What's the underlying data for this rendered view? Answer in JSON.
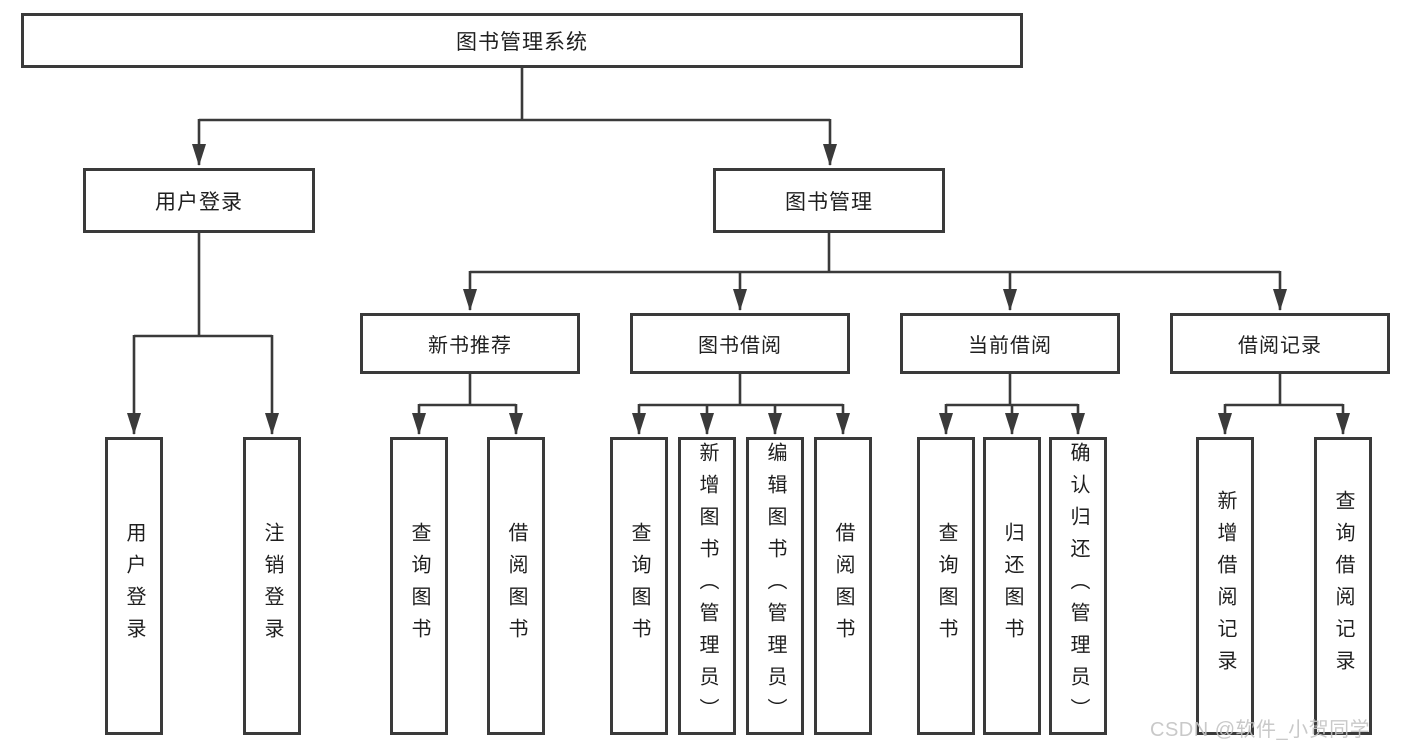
{
  "diagram": {
    "root": {
      "label": "图书管理系统"
    },
    "level2": [
      {
        "label": "用户登录"
      },
      {
        "label": "图书管理"
      }
    ],
    "level3": [
      {
        "label": "新书推荐"
      },
      {
        "label": "图书借阅"
      },
      {
        "label": "当前借阅"
      },
      {
        "label": "借阅记录"
      }
    ],
    "leaves": {
      "user_login_group": [
        "用户登录",
        "注销登录"
      ],
      "new_book_group": [
        "查询图书",
        "借阅图书"
      ],
      "borrow_group": [
        "查询图书",
        "新增图书（管理员）",
        "编辑图书（管理员）",
        "借阅图书"
      ],
      "current_group": [
        "查询图书",
        "归还图书",
        "确认归还（管理员）"
      ],
      "records_group": [
        "新增借阅记录",
        "查询借阅记录"
      ]
    }
  },
  "watermark": "CSDN @软件_小贺同学",
  "colors": {
    "line": "#3a3a3a",
    "text": "#1f1f1f",
    "watermark": "#c4c4c4",
    "background": "#ffffff"
  }
}
